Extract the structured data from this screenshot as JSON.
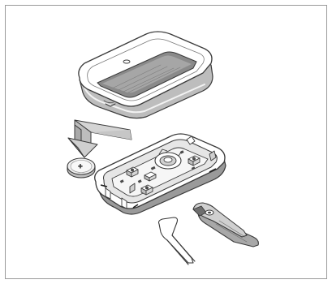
{
  "figure": {
    "battery_mark": "+",
    "colors": {
      "outline": "#3a3a3a",
      "fill": "#ffffff",
      "light_gray": "#d9d9d9",
      "mid_gray": "#a8a8a8",
      "dark_gray": "#6e6e6e",
      "frame": "#9a9a9a"
    },
    "parts": [
      "key-fob-cover",
      "insertion-arrow",
      "coin-battery",
      "circuit-base",
      "flat-tool",
      "clipper-tool"
    ]
  }
}
